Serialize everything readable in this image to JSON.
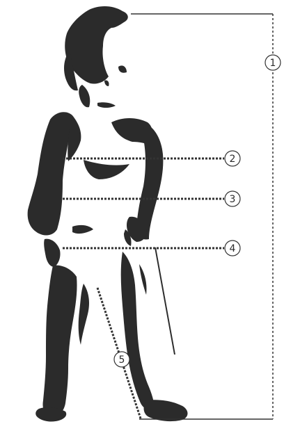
{
  "figure": {
    "ink_color": "#2b2b2b",
    "line_color": "#333333",
    "measurement_markers": [
      {
        "label": "1",
        "meaning": "height"
      },
      {
        "label": "2",
        "meaning": "chest"
      },
      {
        "label": "3",
        "meaning": "waist"
      },
      {
        "label": "4",
        "meaning": "hips"
      },
      {
        "label": "5",
        "meaning": "inseam"
      }
    ]
  }
}
